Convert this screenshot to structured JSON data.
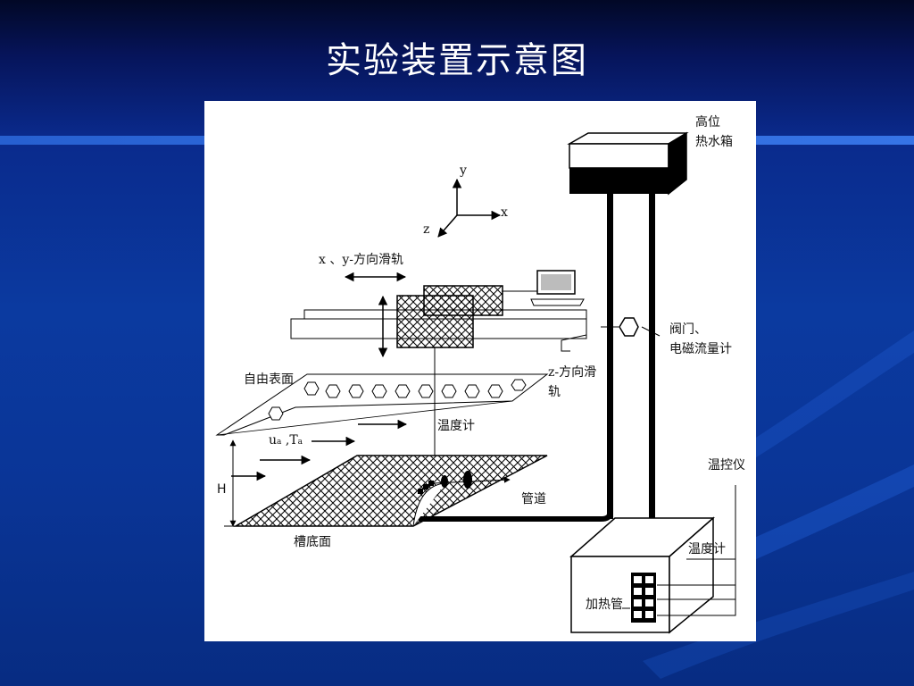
{
  "slide": {
    "title": "实验装置示意图",
    "colors": {
      "background": "#0a2f8f",
      "title_text": "#ffffff",
      "figure_bg": "#ffffff"
    }
  },
  "diagram": {
    "tank_label_line1": "高位",
    "tank_label_line2": "热水箱",
    "axis_y": "y",
    "axis_x": "x",
    "axis_z": "z",
    "xy_rail": "x 、y-方向滑轨",
    "valve_line1": "阀门、",
    "valve_line2": "电磁流量计",
    "free_surface": "自由表面",
    "z_rail_line1": "z-方向滑",
    "z_rail_line2": "轨",
    "thermometer": "温度计",
    "ua_u": "u",
    "ua_sub": "a",
    "ua_sep": " ,",
    "ta_t": "T",
    "ta_sub": "a",
    "depth": "H",
    "temp_controller": "温控仪",
    "pipe": "管道",
    "bottom": "槽底面",
    "thermometer2": "温度计",
    "heater": "加热管"
  }
}
